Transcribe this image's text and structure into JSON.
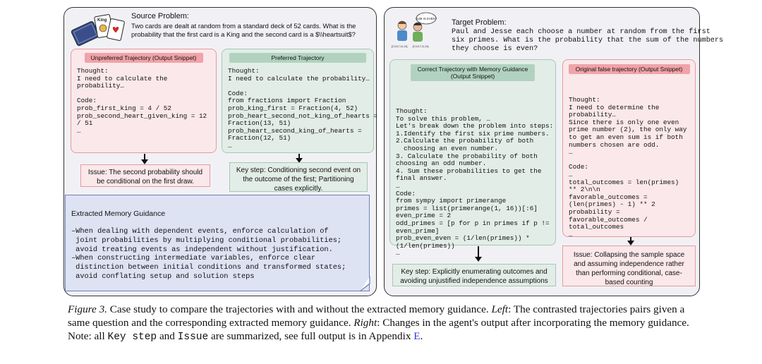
{
  "left": {
    "title": "Source Problem:",
    "problem": "Two cards are dealt at random from a standard deck of 52 cards. What is the probability that the first card is a King and the second card is a $\\\\heartsuit$?",
    "illustration_label": "King",
    "unpreferred": {
      "title": "Unpreferred Trajectory (Output Snippet)",
      "body": "Thought:\nI need to calculate the\nprobability…\n\nCode:\nprob_first_king = 4 / 52\nprob_second_heart_given_king = 12\n/ 51\n…"
    },
    "preferred": {
      "title": "Preferred Trajectory",
      "body": "Thought:\nI need to calculate the probability…\n\nCode:\nfrom fractions import Fraction\nprob_king_first = Fraction(4, 52)\nprob_heart_second_not_king_of_hearts =\nFraction(13, 51)\nprob_heart_second_king_of_hearts =\nFraction(12, 51)\n…"
    },
    "issue": "Issue: The second probability should be conditional on the first draw.",
    "key_step": "Key step: Conditioning second event on the outcome of the first; Partitioning cases explicitly.",
    "memory": {
      "title": "Extracted Memory Guidance",
      "body": "–When dealing with dependent events, enforce calculation of\n joint probabilities by multiplying conditional probabilities;\n avoid treating events as independent without justification.\n–When constructing intermediate variables, enforce clear\n distinction between initial conditions and transformed states;\n avoid conflating setup and solution steps"
    }
  },
  "right": {
    "title": "Target Problem:",
    "problem": "Paul and Jesse each choose a number at random from the first\nsix primes. What is the probability that the sum of the numbers\nthey choose is even?",
    "bubble_text": "SUM IS EVEN?",
    "illustration_sets": [
      "{2,3,5,7,11,13}",
      "{2,3,5,7,11,13}"
    ],
    "correct": {
      "title": "Correct Trajectory with Memory Guidance (Output Snippet)",
      "body": "Thought:\nTo solve this problem, …\nLet's break down the problem into steps:\n1.Identify the first six prime numbers.\n2.Calculate the probability of both\n  choosing an even number.\n3. Calculate the probability of both\nchoosing an odd number.\n4. Sum these probabilities to get the\nfinal answer.\n…\nCode:\nfrom sympy import primerange\nprimes = list(primerange(1, 16))[:6]\neven_prime = 2\nodd_primes = [p for p in primes if p !=\neven_prime]\nprob_even_even = (1/len(primes)) *\n(1/len(primes))\n…"
    },
    "false_traj": {
      "title": "Original false trajectory (Output Snippet)",
      "body": "Thought:\nI need to determine the\nprobability…\nSince there is only one even\nprime number (2), the only way\nto get an even sum is if both\nnumbers chosen are odd.\n…\n\nCode:\n…\ntotal_outcomes = len(primes)\n** 2\\n\\n\nfavorable_outcomes =\n(len(primes) - 1) ** 2\nprobability =\nfavorable_outcomes /\ntotal_outcomes\n…"
    },
    "key_step": "Key step: Explicitly enumerating outcomes and avoiding unjustified independence assumptions",
    "issue": "Issue: Collapsing the sample space and assuming independence rather than performing conditional, case-based counting"
  },
  "caption": {
    "label": "Figure 3.",
    "text1": " Case study to compare the trajectories with and without the extracted memory guidance. ",
    "left_label": "Left",
    "text2": ": The contrasted trajectories pairs given a same question and the corresponding extracted memory guidance. ",
    "right_label": "Right",
    "text3": ": Changes in the agent's output after incorporating the memory guidance. Note: all ",
    "tt1": "Key step",
    "text4": " and ",
    "tt2": "Issue",
    "text5": " are summarized, see full output is in Appendix ",
    "appendix": "E",
    "text6": "."
  }
}
